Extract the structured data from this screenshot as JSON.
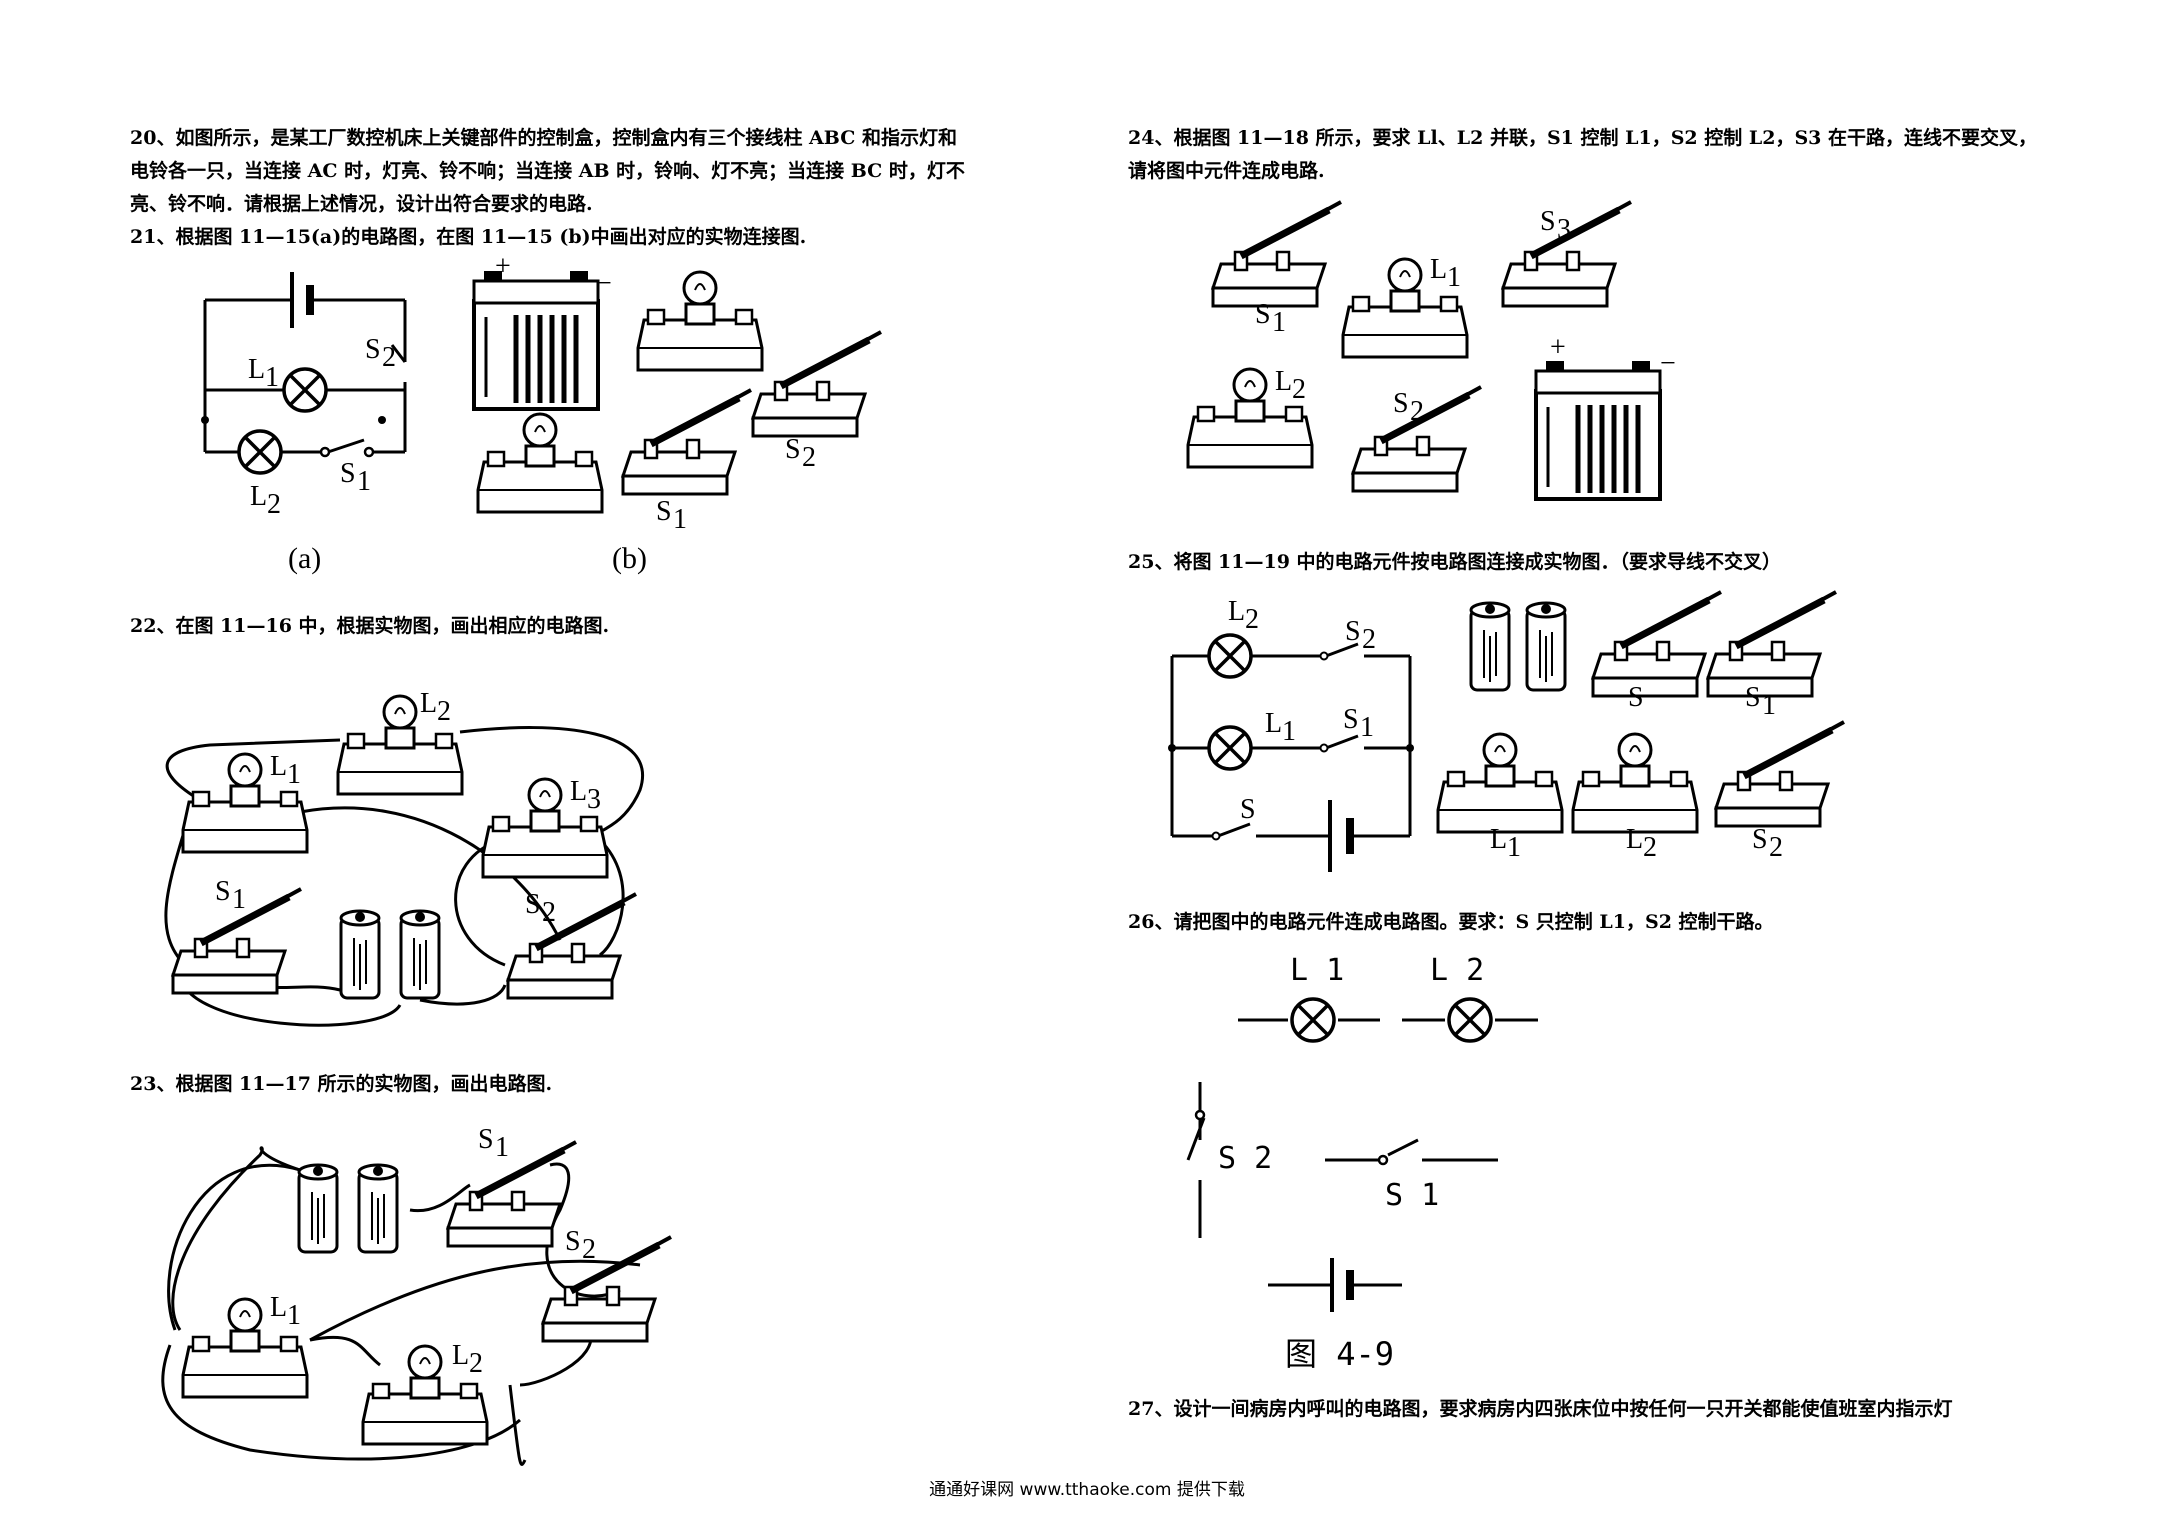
{
  "questions": {
    "q20": {
      "line1": "20、如图所示，是某工厂数控机床上关键部件的控制盒，控制盒内有三个接线柱 ABC 和指示灯和",
      "line2": "电铃各一只，当连接 AC 时，灯亮、铃不响；当连接 AB 时，铃响、灯不亮；当连接 BC 时，灯不",
      "line3": "亮、铃不响．请根据上述情况，设计出符合要求的电路."
    },
    "q21": "21、根据图 11—15(a)的电路图，在图 11—15 (b)中画出对应的实物连接图.",
    "q22": "22、在图 11—16 中，根据实物图，画出相应的电路图.",
    "q23": "23、根据图 11—17 所示的实物图，画出电路图.",
    "q24": {
      "line1": "24、根据图 11—18 所示，要求 Ll、L2 并联，S1 控制 L1，S2 控制 L2，S3 在干路，连线不要交叉，",
      "line2": "请将图中元件连成电路."
    },
    "q25": "25、将图 11—19 中的电路元件按电路图连接成实物图．（要求导线不交叉）",
    "q26": "26、请把图中的电路元件连成电路图。要求：S 只控制 L1，S2 控制干路。",
    "q27": "27、设计一间病房内呼叫的电路图，要求病房内四张床位中按任何一只开关都能使值班室内指示灯"
  },
  "figure_labels": {
    "L1": "L",
    "L2": "L",
    "L3": "L",
    "S": "S",
    "S1": "S",
    "S2": "S",
    "S3": "S",
    "sub1": "1",
    "sub2": "2",
    "sub3": "3",
    "plus": "+",
    "minus": "−",
    "caption_a": "(a)",
    "caption_b": "(b)",
    "fig26_L1": "L 1",
    "fig26_L2": "L 2",
    "fig26_S1": "S 1",
    "fig26_S2": "S 2",
    "fig26_caption": "图 4-9"
  },
  "footer": "通通好课网 www.tthaoke.com 提供下载"
}
